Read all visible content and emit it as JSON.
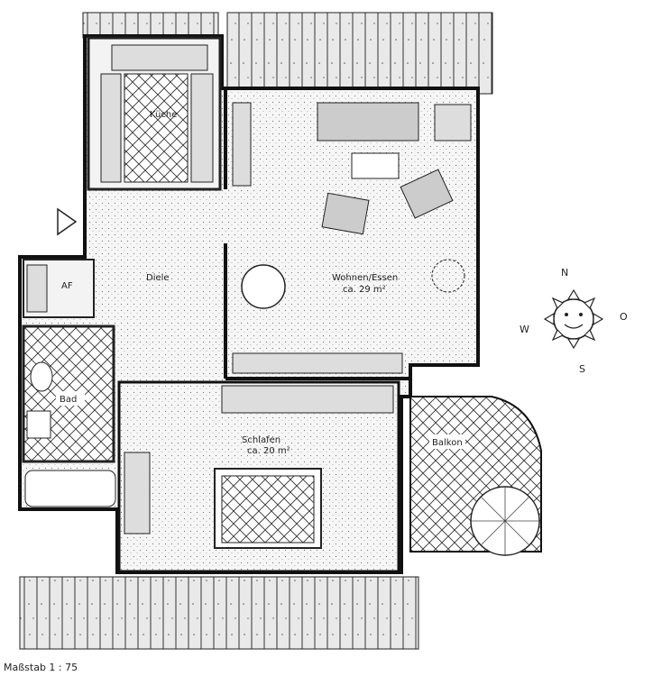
{
  "plan": {
    "rooms": {
      "kueche": {
        "name": "Küche"
      },
      "diele": {
        "name": "Diele"
      },
      "wohnen": {
        "name": "Wohnen/Essen",
        "area": "ca. 29 m²"
      },
      "af": {
        "name": "AF"
      },
      "bad": {
        "name": "Bad"
      },
      "schlafen": {
        "name": "Schlafen",
        "area": "ca. 20 m²"
      },
      "balkon": {
        "name": "Balkon"
      }
    },
    "compass": {
      "north": "N",
      "east": "O",
      "south": "S",
      "west": "W"
    },
    "scale": "Maßstab 1 : 75"
  }
}
